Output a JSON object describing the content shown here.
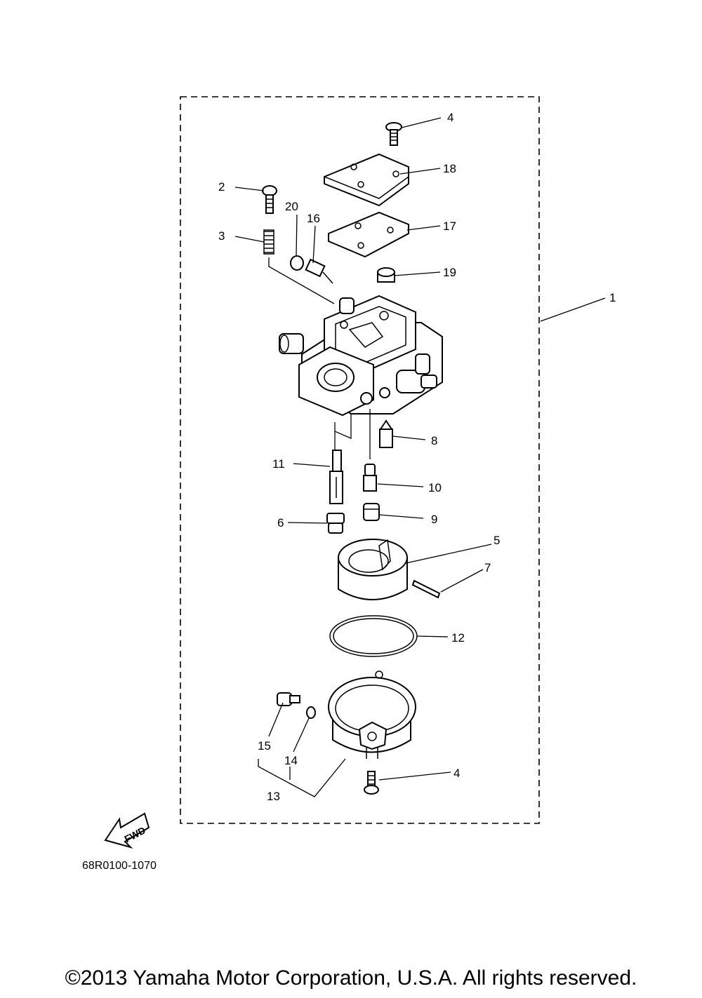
{
  "diagram": {
    "part_labels": {
      "p1": "1",
      "p2": "2",
      "p3": "3",
      "p4a": "4",
      "p4b": "4",
      "p5": "5",
      "p6": "6",
      "p7": "7",
      "p8": "8",
      "p9": "9",
      "p10": "10",
      "p11": "11",
      "p12": "12",
      "p13": "13",
      "p14": "14",
      "p15": "15",
      "p16": "16",
      "p17": "17",
      "p18": "18",
      "p19": "19",
      "p20": "20"
    },
    "fwd_label": "FWD",
    "diagram_code": "68R0100-1070"
  },
  "footer": {
    "copyright": "©2013 Yamaha Motor Corporation, U.S.A. All rights reserved."
  }
}
